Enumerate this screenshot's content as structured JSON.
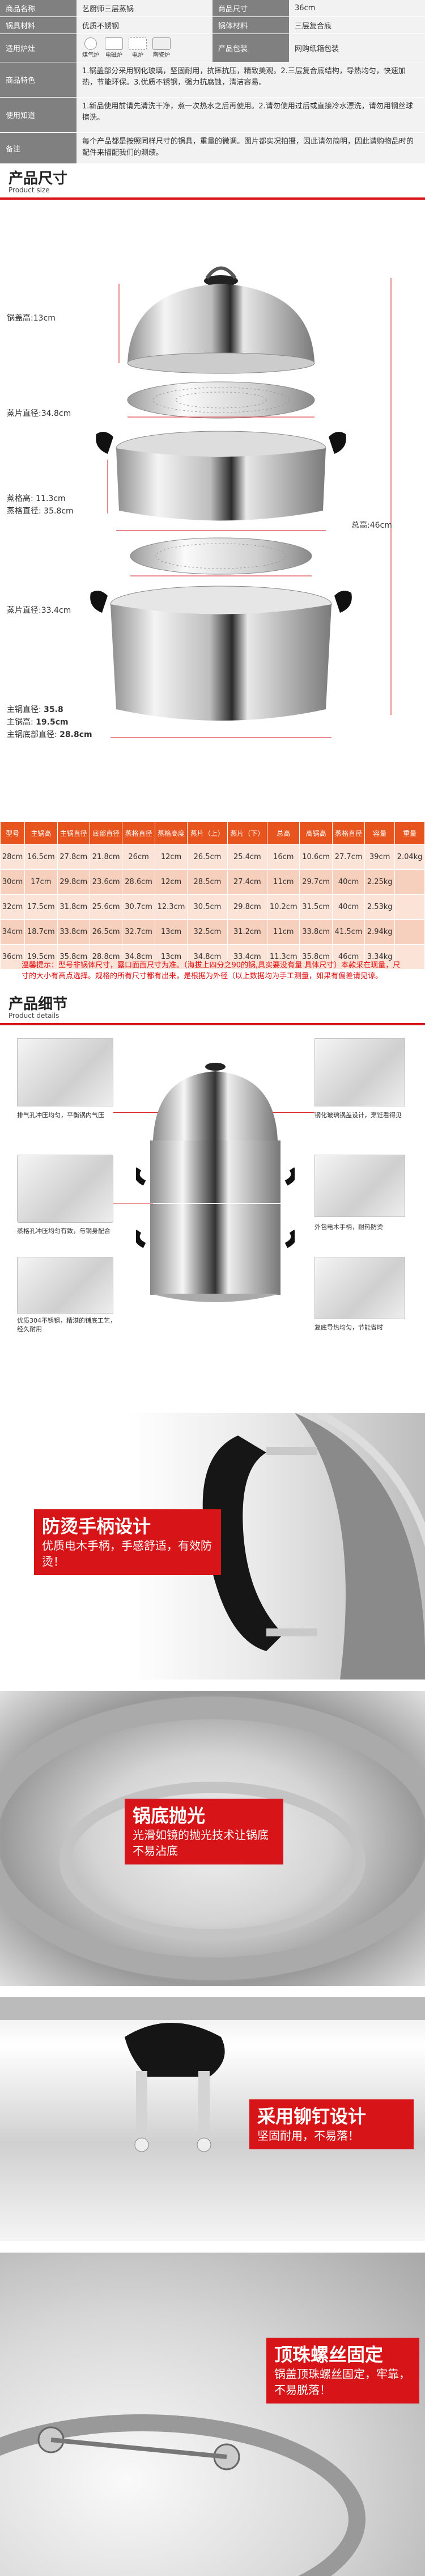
{
  "spec": {
    "rows": [
      {
        "l1": "商品名称",
        "v1": "艺厨师三层蒸锅",
        "l2": "商品尺寸",
        "v2": "36cm"
      },
      {
        "l1": "锅具材料",
        "v1": "优质不锈钢",
        "l2": "锅体材料",
        "v2": "三层复合底"
      },
      {
        "l1": "适用炉灶",
        "icons": [
          "煤气炉",
          "电磁炉",
          "电炉",
          "陶瓷炉"
        ],
        "l2": "产品包装",
        "v2": "网购纸箱包装"
      }
    ],
    "features_label": "商品特色",
    "features_text": "1.锅盖部分采用钢化玻璃，坚固耐用，抗摔抗压，精致美观。2.三层复合底结构，导热均匀，快速加热，节能环保。3.优质不锈钢，强力抗腐蚀，清洁容易。",
    "usage_label": "使用知道",
    "usage_text": "1.新品使用前请先清洗干净，煮一次热水之后再使用。2.请勿使用过后或直接冷水漂洗，请勿用钢丝球擦洗。",
    "note_label": "备注",
    "note_text": "每个产品都是按照同样尺寸的锅具，重量的微调。图片都实况拍摄，因此请勿简明，因此请购物品时的配件来描配我们的测绩。"
  },
  "size_section": {
    "title": "产品尺寸",
    "subtitle": "Product size"
  },
  "dims": {
    "lid_height": "锅盖高:13cm",
    "steamer_plate_top": "蒸片直径:34.8cm",
    "steamer_height": "蒸格高: 11.3cm",
    "steamer_diameter": "蒸格直径: 35.8cm",
    "total_height": "总高:46cm",
    "steamer_plate_bottom": "蒸片直径:33.4cm",
    "pot_diameter_label": "主锅直径:",
    "pot_diameter_value": "35.8",
    "pot_height_label": "主锅高:",
    "pot_height_value": "19.5cm",
    "pot_bottom_label": "主锅底部直径:",
    "pot_bottom_value": "28.8cm"
  },
  "size_table": {
    "headers": [
      "型号",
      "主锅高",
      "主锅直径",
      "底部直径",
      "蒸格直径",
      "蒸格高度",
      "蒸片（上）",
      "蒸片（下）",
      "总高",
      "高锅高",
      "蒸格直径",
      "容量",
      "重量"
    ],
    "rows": [
      [
        "28cm",
        "16.5cm",
        "27.8cm",
        "21.8cm",
        "26cm",
        "12cm",
        "26.5cm",
        "25.4cm",
        "16cm",
        "10.6cm",
        "27.7cm",
        "39cm",
        "2.04kg"
      ],
      [
        "30cm",
        "17cm",
        "29.8cm",
        "23.6cm",
        "28.6cm",
        "12cm",
        "28.5cm",
        "27.4cm",
        "11cm",
        "29.7cm",
        "40cm",
        "2.25kg",
        ""
      ],
      [
        "32cm",
        "17.5cm",
        "31.8cm",
        "25.6cm",
        "30.7cm",
        "12.3cm",
        "30.5cm",
        "29.8cm",
        "10.2cm",
        "31.5cm",
        "40cm",
        "2.53kg",
        ""
      ],
      [
        "34cm",
        "18.7cm",
        "33.8cm",
        "26.5cm",
        "32.7cm",
        "13cm",
        "32.5cm",
        "31.2cm",
        "11cm",
        "33.8cm",
        "41.5cm",
        "2.94kg",
        ""
      ],
      [
        "36cm",
        "19.5cm",
        "35.8cm",
        "28.8cm",
        "34.8cm",
        "13cm",
        "34.8cm",
        "33.4cm",
        "11.3cm",
        "35.8cm",
        "46cm",
        "3.34kg",
        ""
      ]
    ]
  },
  "size_tip": "温馨提示：型号非锅体尺寸，露口面面尺寸为准。（海拔上四分之90的锅,具实要没有量 具体尺寸）本款采在现量，尺寸的大小有高点选择。规格的所有尺寸都有出来，是根据为外径（以上数据均为手工测量，如果有偏差请见谅。",
  "detail_section": {
    "title": "产品细节",
    "subtitle": "Product details"
  },
  "callouts": {
    "vent": "排气孔冲压均匀，平衡锅内气压",
    "knob": "钢化玻璃锅盖设计，烹饪看得见",
    "grate": "蒸格孔冲压均匀有致，与钢身配合",
    "handle": "外包电木手柄，耐热防烫",
    "base": "优质304不锈钢，精湛的铺底工艺，经久耐用",
    "bottom": "复底导热均匀，节能省时"
  },
  "feature1": {
    "title": "防烫手柄设计",
    "sub": "优质电木手柄，手感舒适，有效防烫！"
  },
  "feature2": {
    "title": "锅底抛光",
    "sub": "光滑如镜的抛光技术让锅底不易沾底"
  },
  "feature3": {
    "title": "采用铆钉设计",
    "sub": "坚固耐用，不易落！"
  },
  "feature4": {
    "title": "顶珠螺丝固定",
    "sub": "锅盖顶珠螺丝固定，牢靠，不易脱落！"
  }
}
